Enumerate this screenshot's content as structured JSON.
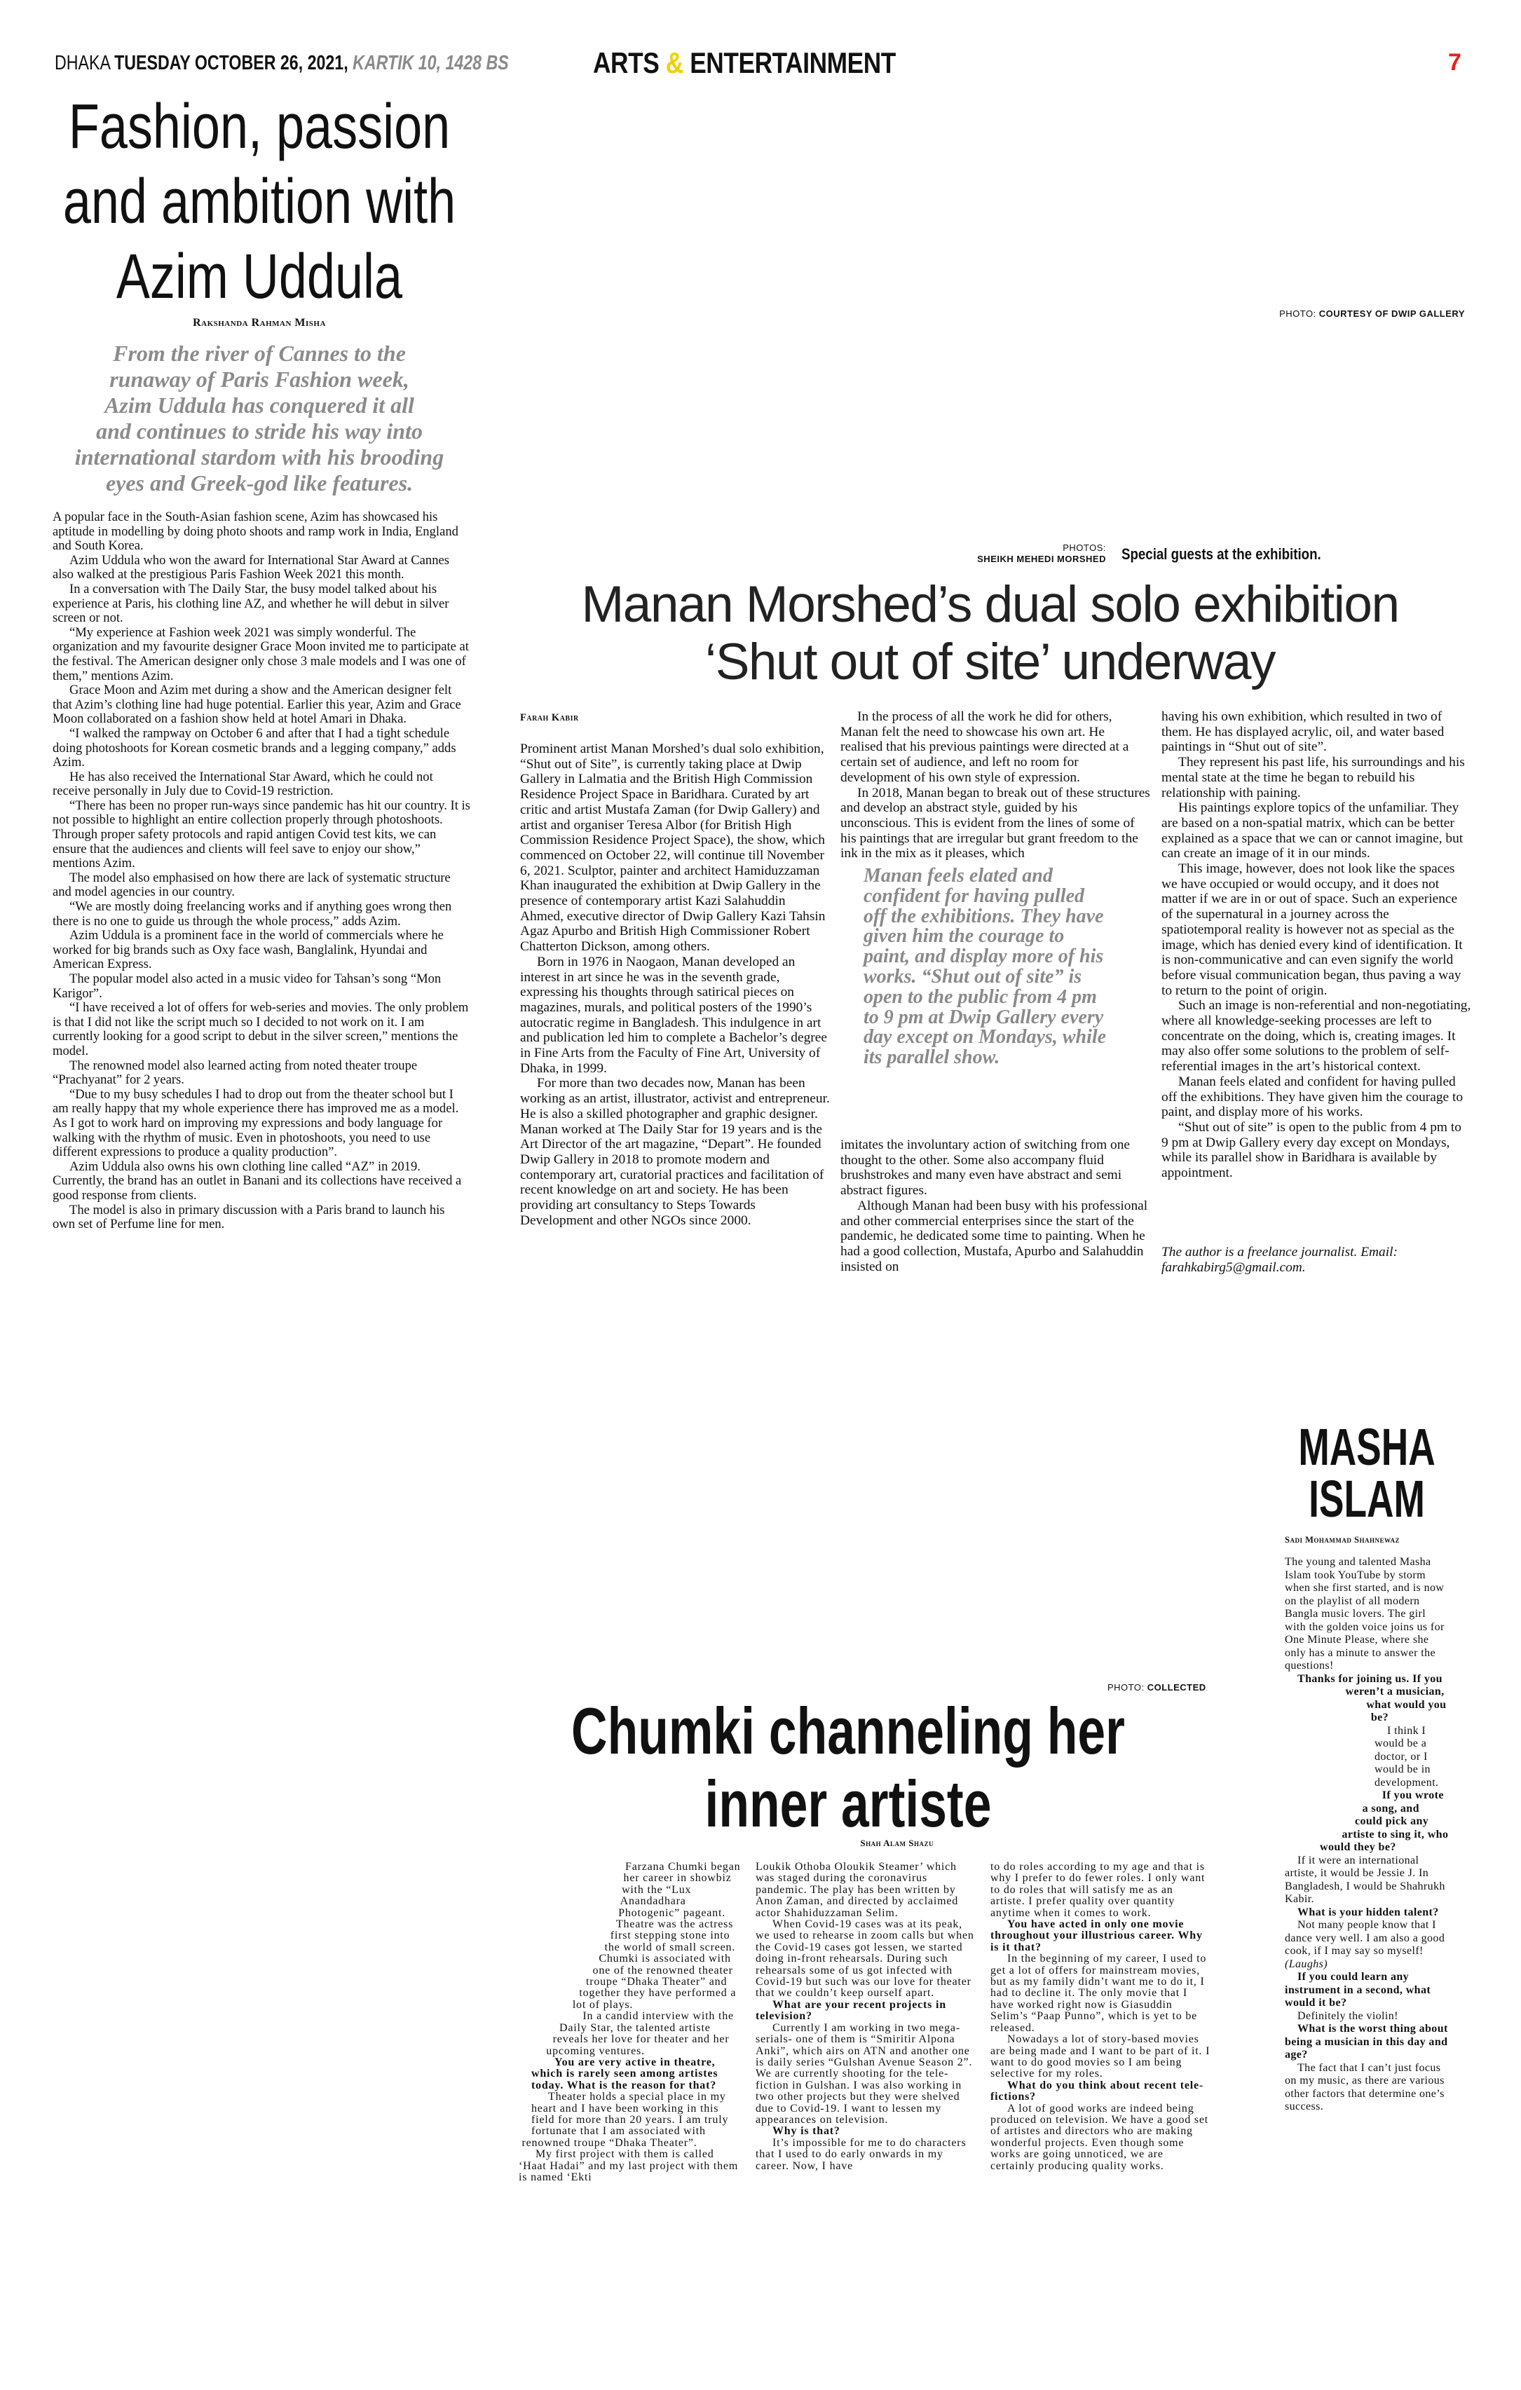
{
  "header": {
    "city": "DHAKA",
    "date": "TUESDAY OCTOBER 26, 2021,",
    "bangla_date": "KARTIK 10, 1428 BS",
    "section_left": "ARTS ",
    "section_amp": "&",
    "section_right": " ENTERTAINMENT",
    "page_number": "7",
    "colors": {
      "amp": "#f2cf00",
      "page_number": "#e2231a"
    }
  },
  "azim": {
    "title_lines": [
      "Fashion, passion",
      "and ambition with",
      "Azim Uddula"
    ],
    "byline": "Rakshanda Rahman Misha",
    "deck_lines": [
      "From the river of Cannes to the",
      "runaway of Paris Fashion week,",
      "Azim Uddula has conquered it all",
      "and continues to stride his way into",
      "international stardom with his brooding",
      "eyes and Greek-god like features."
    ],
    "paragraphs": [
      "A popular face in the South-Asian fashion scene, Azim has showcased his aptitude in modelling by doing photo shoots and ramp work in India, England and South Korea.",
      "Azim Uddula who won the award for International Star Award at Cannes also walked at the prestigious Paris Fashion Week 2021 this month.",
      "In a conversation with The Daily Star, the busy model talked about his experience at Paris, his clothing line AZ, and whether he will debut in silver screen or not.",
      "“My experience at Fashion week 2021 was simply wonderful. The organization and my favourite designer Grace Moon invited me to participate at the festival. The American designer only chose 3 male models and I was one of them,” mentions Azim.",
      "Grace Moon and Azim met during a show and the American designer felt that Azim’s clothing line had huge potential. Earlier this year, Azim and Grace Moon collaborated on a fashion show held at hotel Amari in Dhaka.",
      "“I walked the rampway on October 6 and after that I had a tight schedule doing photoshoots for Korean cosmetic brands and a legging company,” adds Azim.",
      "He has also received the International Star Award, which he could not receive personally in July due to Covid-19 restriction.",
      "“There has been no proper run-ways since pandemic has hit our country. It is not possible to highlight an entire collection properly through photoshoots. Through proper safety protocols and rapid antigen Covid test kits, we can ensure that the audiences and clients will feel save to enjoy our show,” mentions Azim.",
      "The model also emphasised on how there are lack of systematic structure and model agencies in our country.",
      "“We are mostly doing freelancing works and if anything goes wrong then there is no one to guide us through the whole process,” adds Azim.",
      "Azim Uddula is a prominent face in the world of commercials where he worked for big brands such as Oxy face wash, Banglalink, Hyundai and American Express.",
      "The popular model also acted in a music video for Tahsan’s song “Mon Karigor”.",
      "“I have received a lot of offers for web-series and movies. The only problem is that I did not like the script much so I decided to not work on it. I am currently looking for a good script to debut in the silver screen,” mentions the model.",
      "The renowned model also learned acting from noted theater troupe “Prachyanat” for 2 years.",
      "“Due to my busy schedules I had to drop out from the theater school but I am really happy that my whole experience there has improved me as a model. As I got to work hard on improving my expressions and body language for walking with the rhythm of music. Even in photoshoots, you need to use different expressions to produce a quality production”.",
      "Azim Uddula also owns his own clothing line called “AZ” in 2019. Currently, the brand has an outlet in Banani and its collections have received a good response from clients.",
      "The model is also in primary discussion with a Paris brand to launch his own set of Perfume line for men."
    ]
  },
  "photo_credit_dwip": {
    "label": "PHOTO: ",
    "credit": "COURTESY OF DWIP GALLERY"
  },
  "manan": {
    "photos_label": "PHOTOS:",
    "photographer": "SHEIKH MEHEDI MORSHED",
    "caption": "Special guests at the exhibition.",
    "headline_lines": [
      "Manan Morshed’s dual solo exhibition",
      "‘Shut out of site’ underway"
    ],
    "byline": "Farah Kabir",
    "col1": [
      "Prominent artist Manan Morshed’s dual solo exhibition, “Shut out of Site”, is currently taking place at Dwip Gallery in Lalmatia and the British High Commission Residence Project Space in Baridhara. Curated by art critic and artist Mustafa Zaman (for Dwip Gallery) and artist and organiser Teresa Albor (for British High Commission Residence Project Space), the show, which commenced on October 22, will continue till November 6, 2021. Sculptor, painter and architect Hamiduzzaman Khan inaugurated the exhibition at Dwip Gallery in the presence of contemporary artist Kazi Salahuddin Ahmed, executive director of Dwip Gallery Kazi Tahsin Agaz Apurbo and British High Commissioner Robert Chatterton Dickson, among others.",
      "Born in 1976 in Naogaon, Manan developed an interest in art since he was in the seventh grade, expressing his thoughts through satirical pieces on magazines, murals, and political posters of the 1990’s autocratic regime in Bangladesh. This indulgence in art and publication led him to complete a Bachelor’s degree in Fine Arts from the Faculty of Fine Art, University of Dhaka, in 1999.",
      "For more than two decades now, Manan has been working as an artist, illustrator, activist and entrepreneur. He is also a skilled photographer and graphic designer. Manan worked at The Daily Star for 19 years and is the Art Director of the art magazine, “Depart”. He founded Dwip Gallery in 2018 to promote modern and contemporary art, curatorial practices and facilitation of recent knowledge on art and society. He has been providing art consultancy to Steps Towards Development and other NGOs since 2000."
    ],
    "col2_top": [
      "In the process of all the work he did for others, Manan felt the need to showcase his own art. He realised that his previous paintings were directed at a certain set of audience, and left no room for development of his own style of expression.",
      "In 2018, Manan began to break out of these structures and develop an abstract style, guided by his unconscious. This is evident from the lines of some of his paintings that are irregular but grant freedom to the ink in the mix as it pleases, which"
    ],
    "pullquote_lines": [
      "Manan feels elated and",
      "confident for having pulled",
      "off the exhibitions. They have",
      "given him the courage to",
      "paint, and display more of his",
      "works. “Shut out of site” is",
      "open to the public from 4 pm",
      "to 9 pm at Dwip Gallery every",
      "day except on Mondays, while",
      "its parallel show."
    ],
    "col2_bottom": [
      "imitates the involuntary action of switching from one thought to the other. Some also accompany fluid brushstrokes and many even have abstract and semi abstract figures.",
      "Although Manan had been busy with his professional and other commercial enterprises since the start of the pandemic, he dedicated some time to painting. When he had a good collection, Mustafa, Apurbo and Salahuddin insisted on"
    ],
    "col3": [
      "having his own exhibition, which resulted in two of them. He has displayed acrylic, oil, and water based paintings in “Shut out of site”.",
      "They represent his past life, his surroundings and his mental state at the time he began to rebuild his relationship with paining.",
      "His paintings explore topics of the unfamiliar. They are based on a non-spatial matrix, which can be better explained as a space that we can or cannot imagine, but can create an image of it in our minds.",
      "This image, however, does not look like the spaces we have occupied or would occupy, and it does not matter if we are in or out of space. Such an experience of the supernatural in a journey across the spatiotemporal reality is however not as special as the image, which has denied every kind of identification. It is non-communicative and can even signify the world before visual communication began, thus paving a way to return to the point of origin.",
      "Such an image is non-referential and non-negotiating, where all knowledge-seeking processes are left to concentrate on the doing, which is, creating images. It may also offer some solutions to the problem of self-referential images in the art’s historical context.",
      "Manan feels elated and confident for having pulled off the exhibitions. They have given him the courage to paint, and display more of his works.",
      "“Shut out of site” is open to the public from 4 pm to 9 pm at Dwip Gallery every day except on Mondays, while its parallel show in Baridhara is available by appointment."
    ],
    "author_note": "The author is a freelance journalist. Email: farahkabirg5@gmail.com."
  },
  "chumki": {
    "photo_label": "PHOTO: ",
    "photo_credit": "COLLECTED",
    "headline_lines": [
      "Chumki channeling her",
      "inner artiste"
    ],
    "byline": "Shah Alam Shazu",
    "col1": [
      {
        "t": "Farzana Chumki began her career in showbiz with the “Lux Anandadhara Photogenic” pageant. Theatre was the actress first stepping stone into the world of small screen. Chumki is associated with one of the renowned theater troupe “Dhaka Theater” and together they have performed a lot of plays."
      },
      {
        "t": "In a candid interview with the Daily Star, the talented artiste reveals her love for theater and her upcoming ventures."
      },
      {
        "t": "You are very active in theatre, which is rarely seen among artistes today. What is the reason for that?",
        "q": true
      },
      {
        "t": "Theater holds a special place in my heart and I have been working in this field for more than 20 years. I am truly fortunate that I am associated with renowned troupe “Dhaka Theater”."
      },
      {
        "t": "My first project with them is called ‘Haat Hadai” and my last project with them is named ‘Ekti"
      }
    ],
    "col2": [
      {
        "t": "Loukik Othoba Oloukik Steamer’ which was staged during the coronavirus pandemic. The play has been written by Anon Zaman, and directed by acclaimed actor Shahiduzzaman Selim."
      },
      {
        "t": "When Covid-19 cases was at its peak, we used to rehearse in zoom calls but when the Covid-19 cases got lessen, we started doing in-front rehearsals. During such rehearsals some of us got infected with Covid-19 but such was our love for theater that we couldn’t keep ourself apart."
      },
      {
        "t": "What are your recent projects in television?",
        "q": true
      },
      {
        "t": "Currently I am working in two mega-serials- one of them is “Smiritir Alpona Anki”, which airs on ATN and another one is daily series “Gulshan Avenue Season 2”. We are currently shooting for the tele-fiction in Gulshan. I was also working in two other projects but they were shelved due to Covid-19.  I want to lessen my appearances on television."
      },
      {
        "t": "Why is that?",
        "q": true
      },
      {
        "t": "It’s impossible for me to do characters that I used to do early onwards in my career. Now, I have"
      }
    ],
    "col3": [
      {
        "t": "to do roles according to my age and that is why I prefer to do fewer roles. I only want to do roles that will satisfy me as an artiste. I prefer quality over quantity anytime when it comes to work."
      },
      {
        "t": "You have acted in only one movie throughout your illustrious career. Why is it that?",
        "q": true
      },
      {
        "t": "In the beginning of my career, I used to get a lot of offers for mainstream movies, but as my family didn’t want me to do it, I had to decline it. The only movie that I have worked right now is Giasuddin Selim’s “Paap Punno”, which is yet to be released."
      },
      {
        "t": "Nowadays a lot of story-based movies are being made and I want to be part of it. I want to do good movies so I am being selective for my roles."
      },
      {
        "t": "What do you think about recent tele-fictions?",
        "q": true
      },
      {
        "t": "A lot of good works are indeed being produced on television. We have a good set of artistes and directors who are making wonderful projects. Even though some works are going unnoticed, we are certainly producing quality works."
      }
    ]
  },
  "masha": {
    "headline_lines": [
      "MASHA",
      "ISLAM"
    ],
    "byline": "Sadi Mohammad Shahnewaz",
    "items": [
      {
        "t": "The young and talented Masha Islam took YouTube by storm when she first started, and is now on the playlist of all modern Bangla music lovers. The girl with the golden voice joins us for One Minute Please, where she only has a minute to answer the questions!"
      },
      {
        "t": "Thanks for joining us. If you weren’t a musician, what would you be?",
        "q": true
      },
      {
        "t": "I think I would be a doctor, or I would be in development."
      },
      {
        "t": "If you wrote a song, and could pick any artiste to sing it, who would they be?",
        "q": true
      },
      {
        "t": "If it were an international artiste, it would be Jessie J. In Bangladesh, I would be Shahrukh Kabir."
      },
      {
        "t": "What is your hidden talent?",
        "q": true
      },
      {
        "t": "Not many people know that I dance very well. I am also a good cook, if I may say so myself! ",
        "em": "(Laughs)"
      },
      {
        "t": "If you could learn any instrument in a second, what would it be?",
        "q": true
      },
      {
        "t": "Definitely the violin!"
      },
      {
        "t": "What is the worst thing about being a musician in this day and age?",
        "q": true
      },
      {
        "t": "The fact that I can’t just focus on my music, as there are various other factors that determine one’s success."
      }
    ]
  }
}
